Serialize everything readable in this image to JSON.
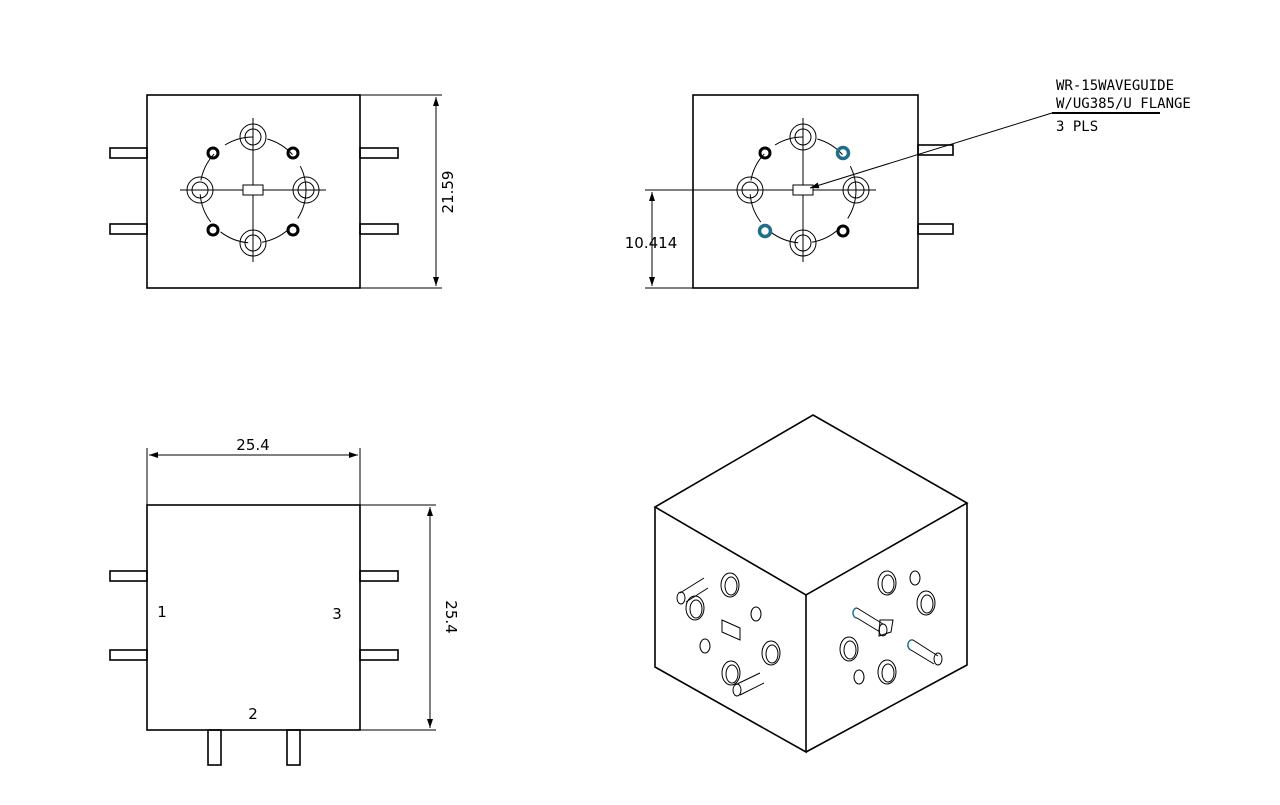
{
  "dimensions": {
    "height_front": "21.59",
    "port_offset": "10.414",
    "width_top": "25.4",
    "height_top": "25.4"
  },
  "callout": {
    "line1": "WR-15WAVEGUIDE",
    "line2": "W/UG385/U FLANGE",
    "line3": "3 PLS"
  },
  "port_labels": {
    "port1": "1",
    "port2": "2",
    "port3": "3"
  },
  "colors": {
    "highlight": "#1f6f8b",
    "line": "#000000"
  }
}
